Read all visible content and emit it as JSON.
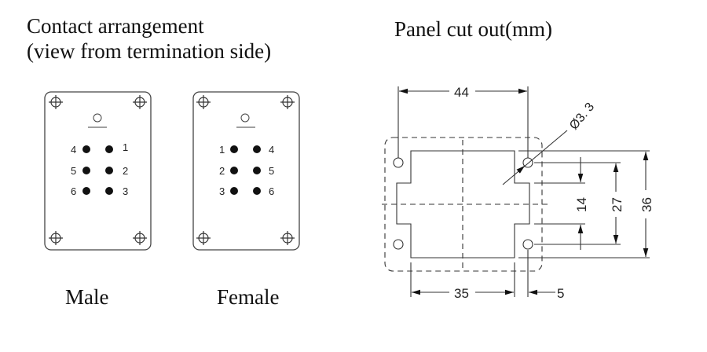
{
  "left_title": {
    "line1": "Contact arrangement",
    "line2": "(view from termination side)"
  },
  "right_title": "Panel cut out(mm)",
  "male": {
    "label": "Male",
    "pins_left": [
      "4",
      "5",
      "6"
    ],
    "pins_right": [
      "1",
      "2",
      "3"
    ]
  },
  "female": {
    "label": "Female",
    "pins_left": [
      "1",
      "2",
      "3"
    ],
    "pins_right": [
      "4",
      "5",
      "6"
    ]
  },
  "dimensions": {
    "width_holes": "44",
    "hole_diameter": "Ø3. 3",
    "height_notch": "14",
    "height_holes": "27",
    "height_total": "36",
    "width_cutout": "35",
    "offset": "5"
  }
}
